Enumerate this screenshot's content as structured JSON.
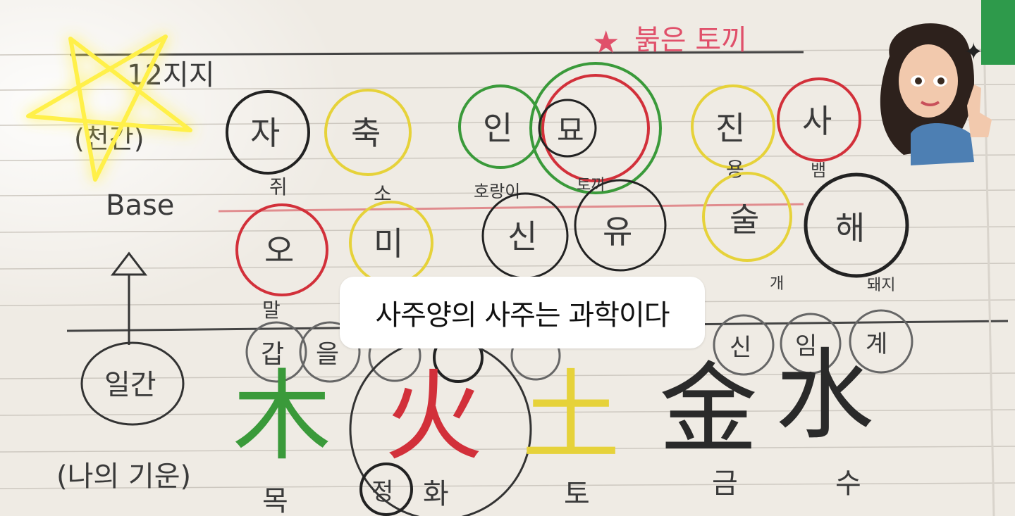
{
  "caption": "사주양의 사주는 과학이다",
  "header_note": "붉은 토끼",
  "left_labels": {
    "title_top": "12지지",
    "title_bottom": "(천간)",
    "base": "Base",
    "ilgan": "일간",
    "my_energy": "(나의 기운)"
  },
  "branches": [
    {
      "char": "자",
      "animal": "쥐",
      "color": "#222222"
    },
    {
      "char": "축",
      "animal": "소",
      "color": "#e6d23a"
    },
    {
      "char": "인",
      "animal": "호랑이",
      "color": "#3a9a3a"
    },
    {
      "char": "묘",
      "animal": "토끼",
      "color": "#d2303a"
    },
    {
      "char": "진",
      "animal": "용",
      "color": "#e6d23a"
    },
    {
      "char": "사",
      "animal": "뱀",
      "color": "#d2303a"
    },
    {
      "char": "오",
      "animal": "말",
      "color": "#d2303a"
    },
    {
      "char": "미",
      "animal": "",
      "color": "#e6d23a"
    },
    {
      "char": "신",
      "animal": "",
      "color": "#222222"
    },
    {
      "char": "유",
      "animal": "",
      "color": "#222222"
    },
    {
      "char": "술",
      "animal": "개",
      "color": "#e6d23a"
    },
    {
      "char": "해",
      "animal": "돼지",
      "color": "#222222"
    }
  ],
  "stems": [
    "갑",
    "을",
    "신",
    "임",
    "계"
  ],
  "elements": [
    {
      "hanja": "木",
      "hangul": "목",
      "color": "#3a9a3a"
    },
    {
      "hanja": "火",
      "hangul": "화",
      "color": "#d2303a"
    },
    {
      "hanja": "土",
      "hangul": "토",
      "color": "#e6d23a"
    },
    {
      "hanja": "金",
      "hangul": "금",
      "color": "#2a2a2a"
    },
    {
      "hanja": "水",
      "hangul": "수",
      "color": "#2a2a2a"
    }
  ],
  "extra_stem": "정",
  "colors": {
    "paper": "#f3efe9",
    "neon_star": "#fff04a",
    "red_ink": "#e0506a"
  }
}
